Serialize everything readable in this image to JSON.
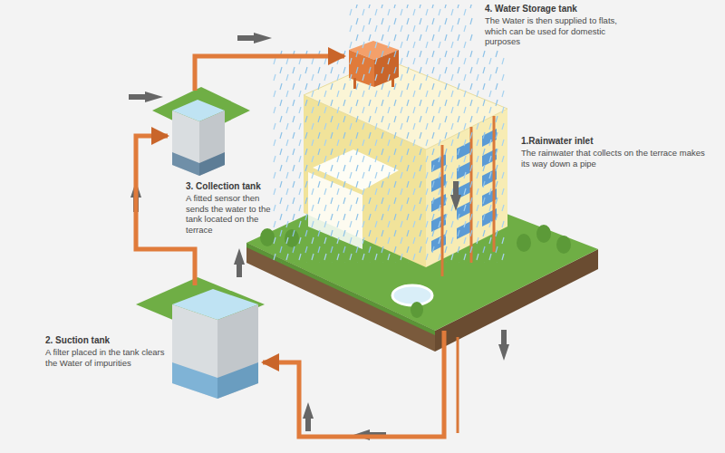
{
  "diagram": {
    "nodes": [
      {
        "text": [
          "1.Rainwater inlet",
          "The rainwater that collects on the terrace makes its way down a pipe"
        ]
      },
      {
        "text": [
          "2. Suction tank",
          "A filter placed in the tank clears the Water of impurities"
        ]
      },
      {
        "text": [
          "3. Collection tank",
          "A fitted sensor then sends the water to the tank located on the terrace"
        ]
      },
      {
        "text": [
          "4. Water Storage tank",
          "The Water is then supplied to flats, which can be used for domestic purposes"
        ]
      }
    ],
    "edges": [
      {
        "from": 0,
        "to": 1,
        "arrow": "to"
      },
      {
        "from": 1,
        "to": 2,
        "arrow": "to"
      },
      {
        "from": 2,
        "to": 3,
        "arrow": "to"
      }
    ]
  }
}
